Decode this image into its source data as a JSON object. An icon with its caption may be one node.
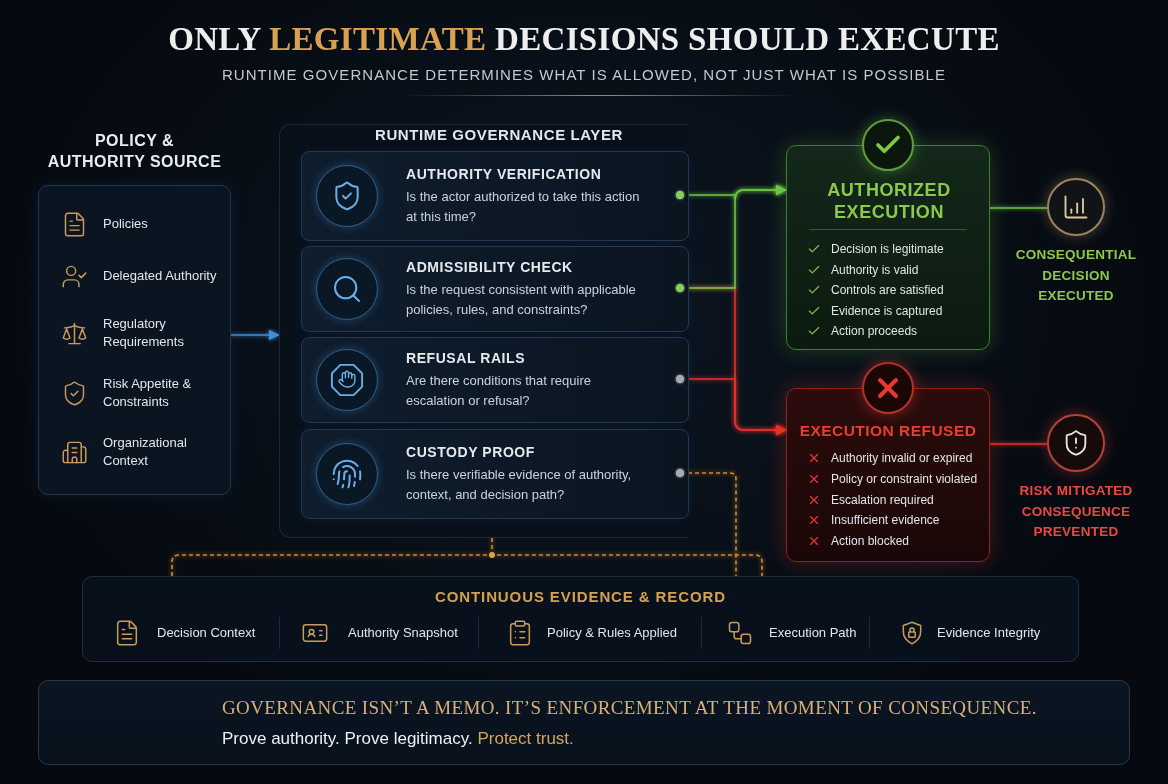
{
  "diagram": {
    "title": "ONLY **LEGITIMATE** DECISIONS SHOULD EXECUTE",
    "nodes": [
      {
        "text": [
          "POLICY & AUTHORITY SOURCE",
          "Policies",
          "Delegated Authority",
          "Regulatory Requirements",
          "Risk Appetite & Constraints",
          "Organizational Context"
        ]
      },
      {
        "text": [
          "RUNTIME GOVERNANCE LAYER"
        ]
      },
      {
        "text": [
          "AUTHORITY VERIFICATION",
          "Is the actor authorized to take this action at this time?"
        ],
        "in": 1
      },
      {
        "text": [
          "ADMISSIBILITY CHECK",
          "Is the request consistent with applicable policies, rules, and constraints?"
        ],
        "in": 1
      },
      {
        "text": [
          "REFUSAL RAILS",
          "Are there conditions that require escalation or refusal?"
        ],
        "in": 1
      },
      {
        "text": [
          "CUSTODY PROOF",
          "Is there verifiable evidence of authority, context, and decision path?"
        ],
        "in": 1
      },
      {
        "text": [
          "AUTHORIZED EXECUTION",
          "Decision is legitimate",
          "Authority is valid",
          "Controls are satisfied",
          "Evidence is captured",
          "Action proceeds"
        ]
      },
      {
        "text": [
          "EXECUTION REFUSED",
          "Authority invalid or expired",
          "Policy or constraint violated",
          "Escalation required",
          "Insufficient evidence",
          "Action blocked"
        ]
      },
      {
        "text": [],
        "shape": "circle",
        "beside": [
          "CONSEQUENTIAL DECISION EXECUTED"
        ]
      },
      {
        "text": [],
        "shape": "circle",
        "beside": [
          "RISK MITIGATED CONSEQUENCE PREVENTED"
        ]
      },
      {
        "text": [
          "CONTINUOUS EVIDENCE & RECORD",
          "Decision Context",
          "Authority Snapshot",
          "Policy & Rules Applied",
          "Execution Path",
          "Evidence Integrity"
        ]
      },
      {
        "text": [
          "GOVERNANCE ISN’T A MEMO. IT’S ENFORCEMENT AT THE MOMENT OF CONSEQUENCE.",
          "Prove authority. Prove legitimacy. **Protect trust.**"
        ]
      }
    ],
    "edges": [
      {
        "from": 0,
        "to": 1,
        "arrow": "to",
        "color": "#3f8fd8"
      },
      {
        "from": 2,
        "to": 6,
        "arrow": "to",
        "color": "#6cc644"
      },
      {
        "from": 3,
        "to": 6,
        "arrow": "to",
        "color": "#6cc644"
      },
      {
        "from": 3,
        "to": 7,
        "arrow": "to",
        "color": "#e5322d"
      },
      {
        "from": 4,
        "to": 7,
        "arrow": "to",
        "color": "#e5322d"
      },
      {
        "from": 5,
        "to": 10,
        "arrow": "none",
        "style": "dashed",
        "color": "#d08a2e"
      },
      {
        "from": 1,
        "to": 10,
        "arrow": "none",
        "style": "dashed",
        "color": "#d08a2e"
      },
      {
        "from": 6,
        "to": 8,
        "arrow": "none",
        "color": "#6cc644"
      },
      {
        "from": 7,
        "to": 9,
        "arrow": "none",
        "color": "#e5322d"
      }
    ],
    "labels": [
      "RUNTIME GOVERNANCE DETERMINES WHAT IS ALLOWED, NOT JUST WHAT IS POSSIBLE"
    ]
  }
}
